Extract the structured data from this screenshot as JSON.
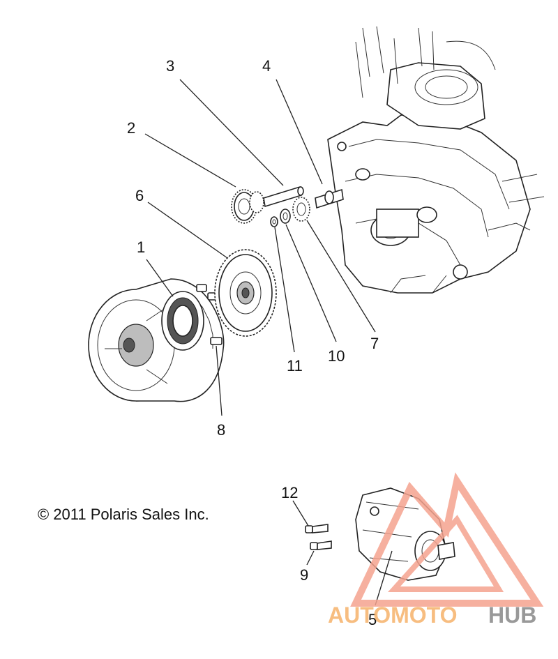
{
  "callouts": [
    {
      "id": "1",
      "label": "1"
    },
    {
      "id": "2",
      "label": "2"
    },
    {
      "id": "3",
      "label": "3"
    },
    {
      "id": "4",
      "label": "4"
    },
    {
      "id": "5",
      "label": "5"
    },
    {
      "id": "6",
      "label": "6"
    },
    {
      "id": "7",
      "label": "7"
    },
    {
      "id": "8",
      "label": "8"
    },
    {
      "id": "9",
      "label": "9"
    },
    {
      "id": "10",
      "label": "10"
    },
    {
      "id": "11",
      "label": "11"
    },
    {
      "id": "12",
      "label": "12"
    }
  ],
  "copyright": "© 2011 Polaris Sales Inc.",
  "watermark": {
    "part1": "AUTOMOTO",
    "part2": "HUB",
    "color_accent": "#f5a38f",
    "color_orange": "#f6b26b",
    "color_gray": "#888888"
  }
}
